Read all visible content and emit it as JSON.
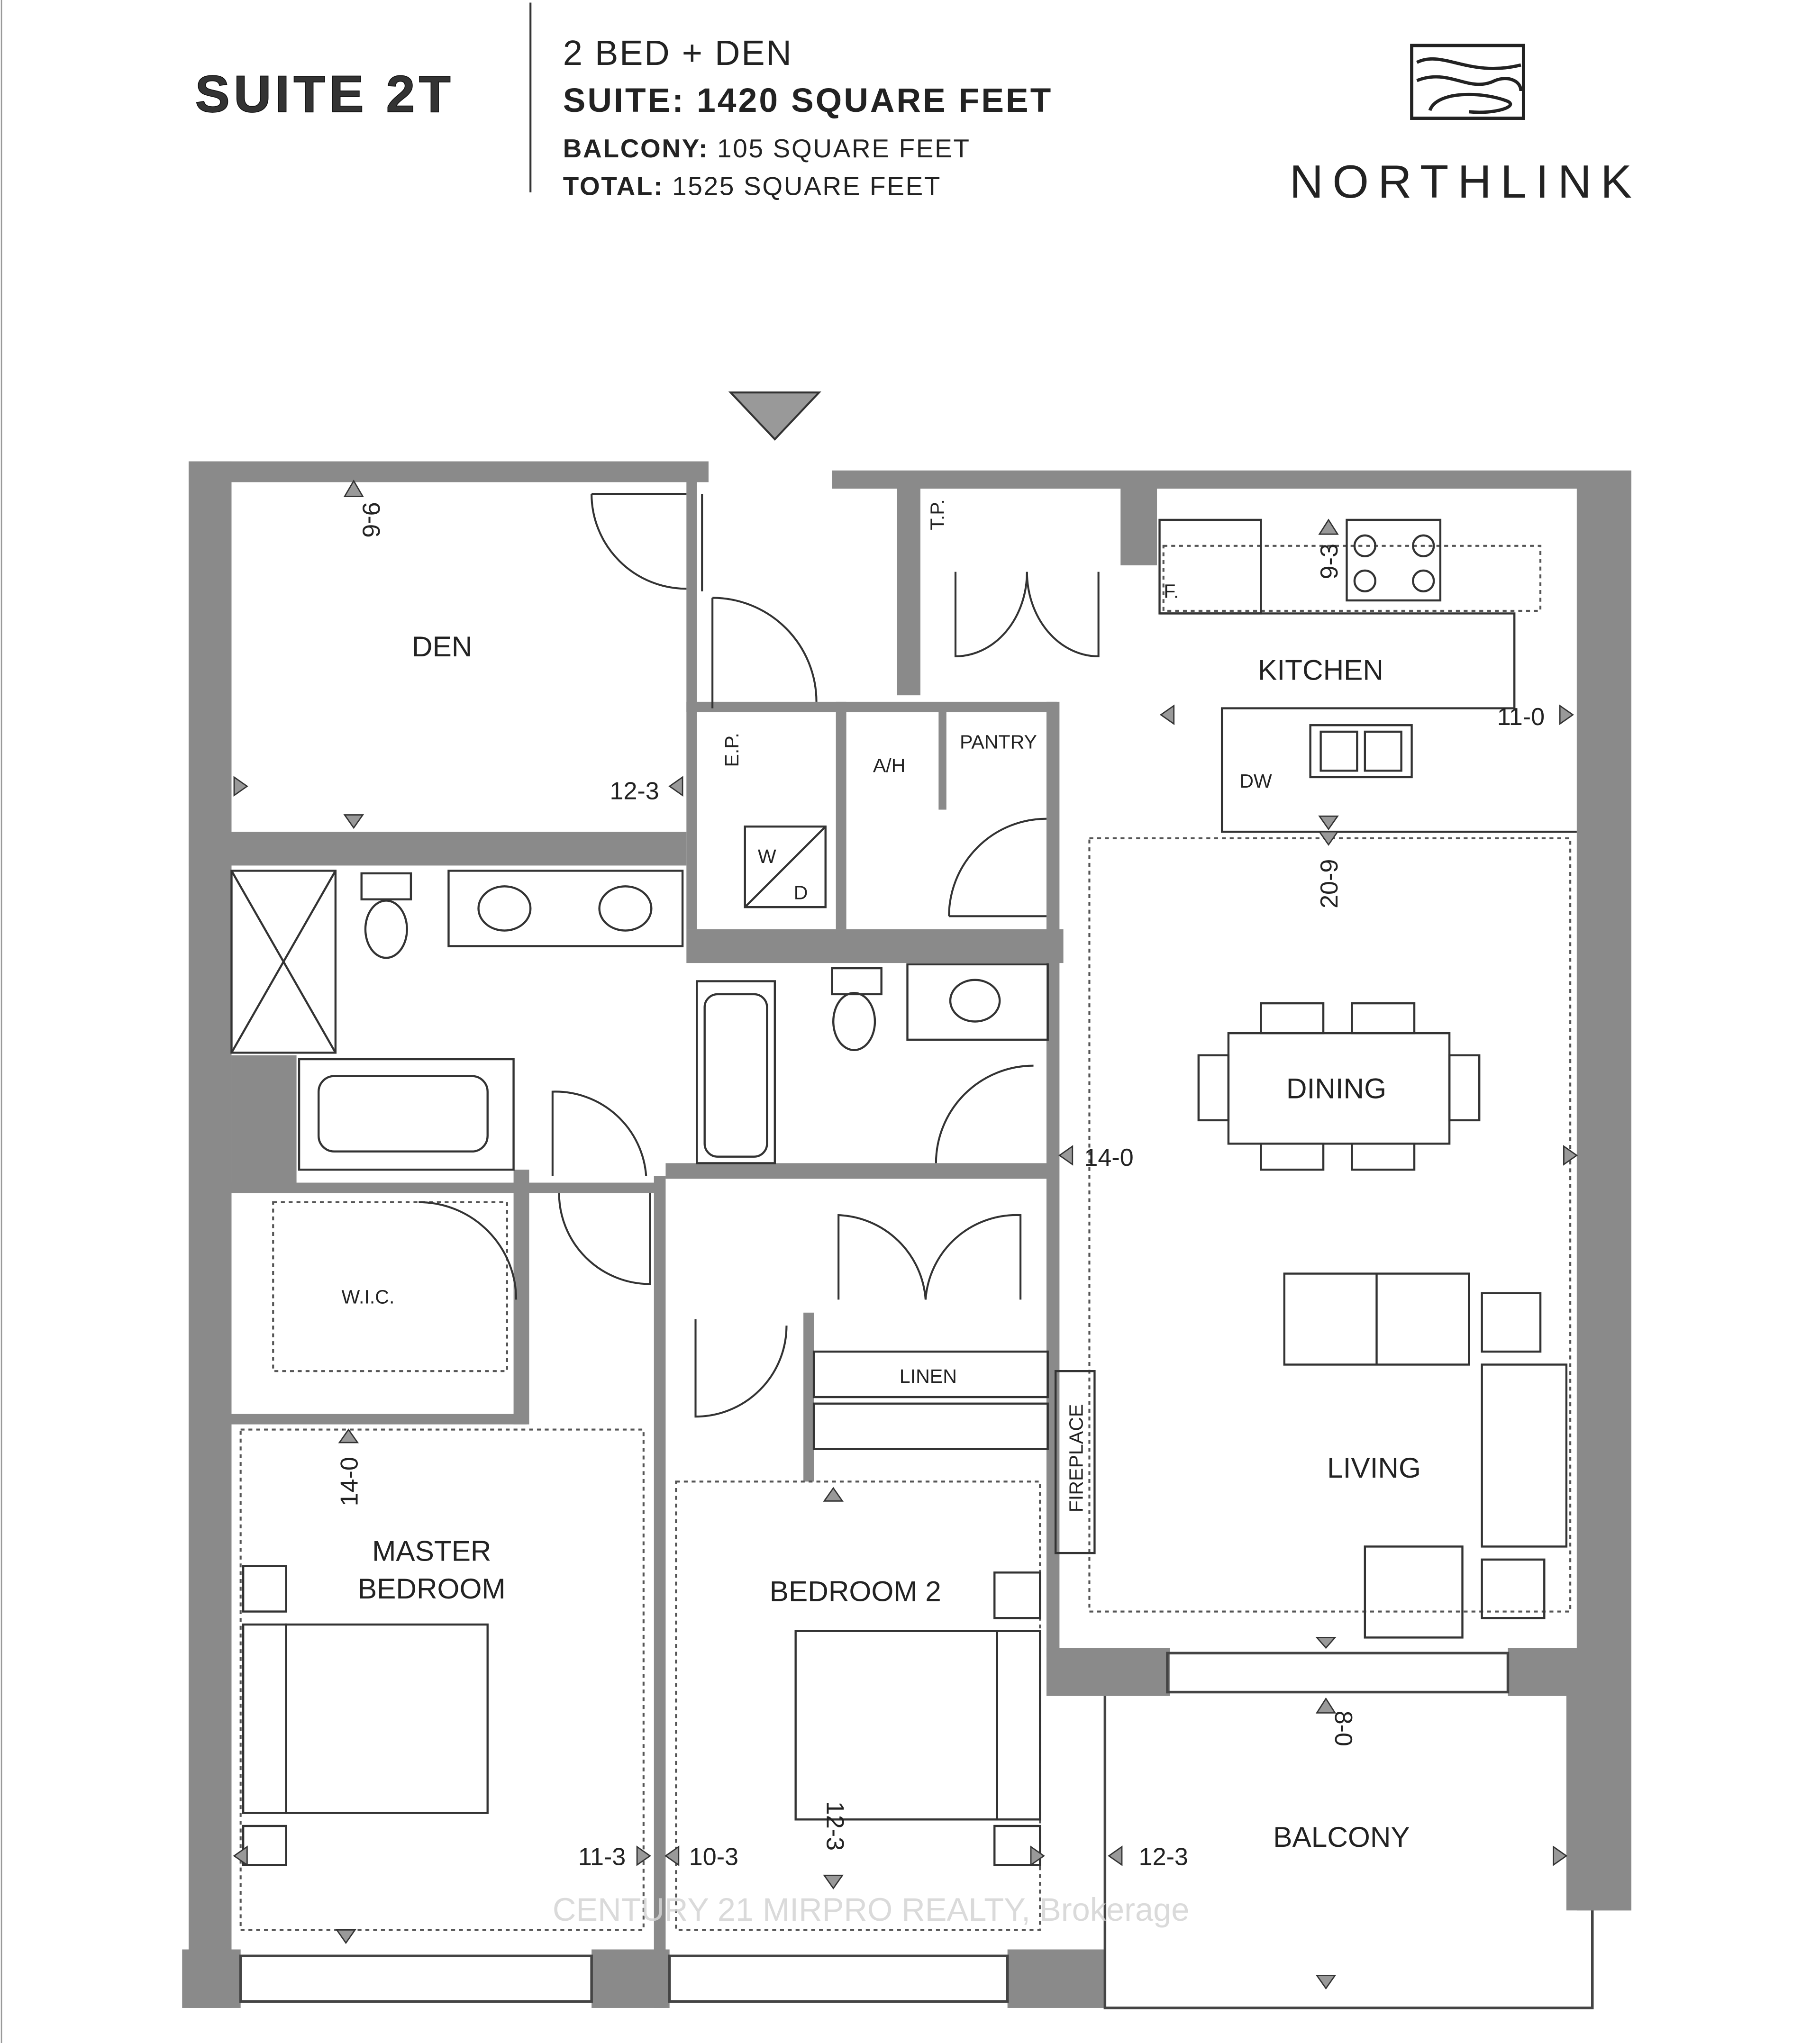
{
  "header": {
    "suite_name": "SUITE 2T",
    "unit_type": "2 BED + DEN",
    "suite_area_label": "SUITE:",
    "suite_area": "1420 SQUARE FEET",
    "balcony_area_label": "BALCONY:",
    "balcony_area": "105 SQUARE FEET",
    "total_area_label": "TOTAL:",
    "total_area": "1525 SQUARE FEET"
  },
  "logo": {
    "name": "NORTHLINK",
    "icon": "wave-square-logo-icon"
  },
  "rooms": {
    "den": "DEN",
    "kitchen": "KITCHEN",
    "dining": "DINING",
    "living": "LIVING",
    "wic": "W.I.C.",
    "linen": "LINEN",
    "master_line1": "MASTER",
    "master_line2": "BEDROOM",
    "bedroom2": "BEDROOM 2",
    "balcony": "BALCONY",
    "pantry": "PANTRY",
    "ah": "A/H",
    "ep": "E.P.",
    "tp": "T.P.",
    "fridge": "F.",
    "dw": "DW",
    "washer": "W",
    "dryer": "D",
    "fireplace": "FIREPLACE"
  },
  "dimensions": {
    "den_depth": "9-6",
    "den_width": "12-3",
    "kitchen_depth": "9-3",
    "kitchen_width": "11-0",
    "living_depth": "20-9",
    "living_width": "14-0",
    "master_depth": "14-0",
    "master_width": "11-3",
    "bed2_width": "10-3",
    "bed2_depth": "12-3",
    "balcony_width": "12-3",
    "balcony_depth": "8-0"
  },
  "watermark": "CENTURY 21 MIRPRO REALTY, Brokerage",
  "colors": {
    "wall": "#8a8a8a",
    "line": "#333333"
  }
}
